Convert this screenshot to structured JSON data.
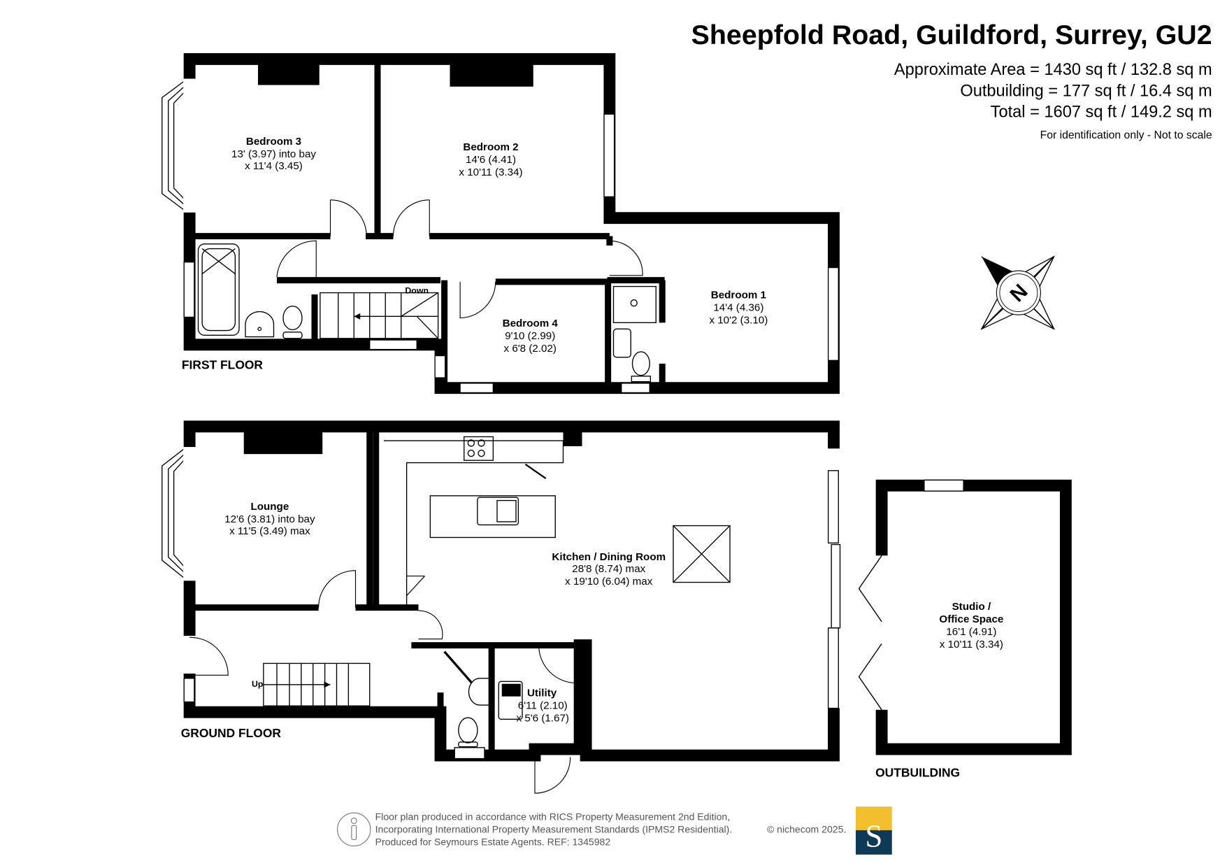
{
  "header": {
    "title": "Sheepfold Road, Guildford, Surrey, GU2",
    "approx_area": "Approximate Area = 1430 sq ft / 132.8 sq m",
    "outbuilding_area": "Outbuilding = 177 sq ft / 16.4 sq m",
    "total_area": "Total = 1607 sq ft / 149.2 sq m",
    "note": "For identification only - Not to scale"
  },
  "floors": {
    "first": "FIRST FLOOR",
    "ground": "GROUND FLOOR",
    "outbuilding": "OUTBUILDING"
  },
  "rooms": {
    "bedroom3": {
      "name": "Bedroom 3",
      "dim1": "13' (3.97) into bay",
      "dim2": "x 11'4 (3.45)"
    },
    "bedroom2": {
      "name": "Bedroom 2",
      "dim1": "14'6 (4.41)",
      "dim2": "x 10'11 (3.34)"
    },
    "bedroom1": {
      "name": "Bedroom 1",
      "dim1": "14'4 (4.36)",
      "dim2": "x 10'2 (3.10)"
    },
    "bedroom4": {
      "name": "Bedroom 4",
      "dim1": "9'10 (2.99)",
      "dim2": "x 6'8 (2.02)"
    },
    "lounge": {
      "name": "Lounge",
      "dim1": "12'6 (3.81) into bay",
      "dim2": "x 11'5 (3.49) max"
    },
    "kitchen": {
      "name": "Kitchen / Dining Room",
      "dim1": "28'8 (8.74) max",
      "dim2": "x 19'10 (6.04) max"
    },
    "utility": {
      "name": "Utility",
      "dim1": "6'11 (2.10)",
      "dim2": "x 5'6 (1.67)"
    },
    "studio": {
      "name1": "Studio /",
      "name2": "Office Space",
      "dim1": "16'1 (4.91)",
      "dim2": "x 10'11 (3.34)"
    }
  },
  "stairs": {
    "down": "Down",
    "up": "Up"
  },
  "compass": {
    "label": "N"
  },
  "footer": {
    "line1": "Floor plan produced in accordance with RICS Property Measurement 2nd Edition,",
    "line2": "Incorporating International Property Measurement Standards (IPMS2 Residential).",
    "copyright": "© nichecom 2025.",
    "line3": "Produced for Seymours Estate Agents.   REF: 1345982"
  },
  "logo": {
    "letter": "S",
    "colors": {
      "top": "#f2bf2f",
      "bottom": "#0c3a57"
    }
  }
}
